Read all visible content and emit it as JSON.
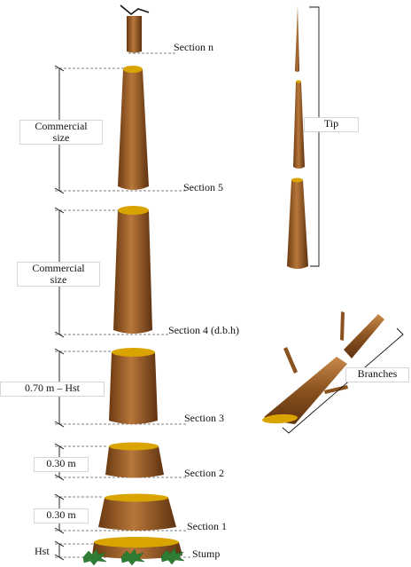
{
  "labels": {
    "section_n": "Section n",
    "section_5": "Section 5",
    "section_4": "Section 4 (d.b.h)",
    "section_3": "Section 3",
    "section_2": "Section 2",
    "section_1": "Section 1",
    "stump": "Stump",
    "commercial_size_1": [
      "Commercial",
      "size"
    ],
    "commercial_size_2": [
      "Commercial",
      "size"
    ],
    "height_070": "0.70 m – Hst",
    "height_030_a": "0.30 m",
    "height_030_b": "0.30 m",
    "hst": "Hst",
    "tip": "Tip",
    "branches": "Branches"
  },
  "colors": {
    "wood_dark": "#6b3a12",
    "wood_mid": "#a3642a",
    "wood_light": "#c8894a",
    "cut_face": "#d9a400",
    "leaf": "#2e7d32",
    "dash": "#555555"
  }
}
